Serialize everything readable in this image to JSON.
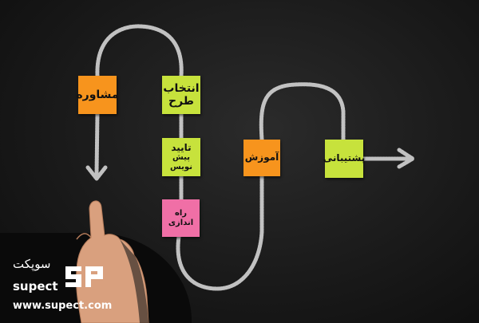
{
  "diagram": {
    "steps": [
      {
        "id": "n1",
        "label": "مشاوره",
        "color": "#f7941d"
      },
      {
        "id": "n2",
        "label_line1": "انتخاب",
        "label_line2": "طرح",
        "color": "#c7e23c"
      },
      {
        "id": "n3",
        "label_line1": "تایید",
        "label_line2": "پیش نویس",
        "color": "#c7e23c"
      },
      {
        "id": "n4",
        "label": "راه اندازی",
        "color": "#f06fa6"
      },
      {
        "id": "n5",
        "label": "آموزش",
        "color": "#f7941d"
      },
      {
        "id": "n6",
        "label": "پشتیبانی",
        "color": "#c7e23c"
      }
    ]
  },
  "brand": {
    "name_fa": "سوپکت",
    "name_en": "supect",
    "url": "www.supect.com",
    "logo_text": "SP"
  }
}
